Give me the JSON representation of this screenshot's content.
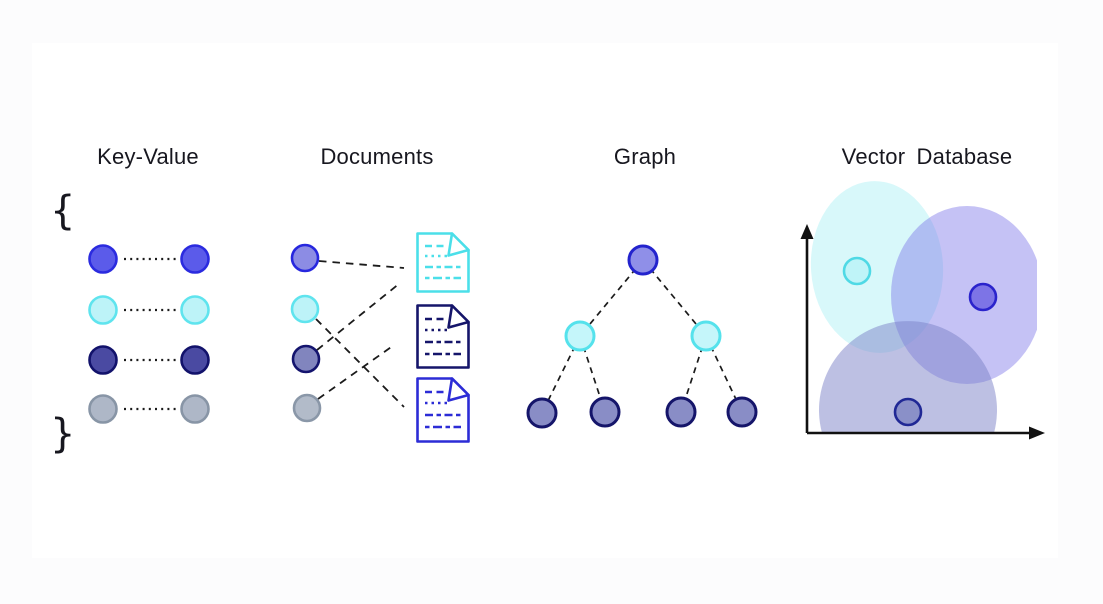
{
  "palette": {
    "page-bg": "#fcfcfd",
    "card-bg": "#ffffff",
    "ink": "#17171f",
    "connector": "#1b1b1b",
    "axis": "#111111",
    "kv-1-fill": "#5B5BEA",
    "kv-1-stroke": "#2B2BDF",
    "kv-2-fill": "#BDF3F8",
    "kv-2-stroke": "#5FE4EE",
    "kv-3-fill": "#4A4AA2",
    "kv-3-stroke": "#12126B",
    "kv-4-fill": "#AEB7C7",
    "kv-4-stroke": "#8895A6",
    "dkey-1-fill": "#8C8CE4",
    "dkey-1-stroke": "#2727DE",
    "dkey-2-fill": "#BDF3F8",
    "dkey-2-stroke": "#5FE4EE",
    "dkey-3-fill": "#8185BE",
    "dkey-3-stroke": "#14146E",
    "dkey-4-fill": "#B2BBC9",
    "dkey-4-stroke": "#8A97A8",
    "doc-1-color": "#4BDFE9",
    "doc-2-color": "#15156A",
    "doc-3-color": "#2C2CD6",
    "graph-root-fill": "#8F8FE8",
    "graph-root-stroke": "#2323CD",
    "graph-mid-fill": "#C5F6FA",
    "graph-mid-stroke": "#55E2EC",
    "graph-leaf-fill": "#898DC6",
    "graph-leaf-stroke": "#15156A",
    "blob-cyan": "#7FE8F0",
    "blob-purple": "#7B74E8",
    "blob-slate": "#7B82C8",
    "vp-1-fill": "#BFF4F8",
    "vp-1-stroke": "#4FD9E5",
    "vp-2-fill": "#7D74E6",
    "vp-2-stroke": "#2A23CC",
    "vp-3-fill": "#8A90C8",
    "vp-3-stroke": "#202895"
  },
  "sections": {
    "key_value": {
      "title": "Key-Value",
      "brace_open": "{",
      "brace_close": "}",
      "pairs": [
        {
          "color_name": "blue"
        },
        {
          "color_name": "cyan"
        },
        {
          "color_name": "navy"
        },
        {
          "color_name": "slate"
        }
      ]
    },
    "documents": {
      "title": "Documents",
      "keys": [
        "blue",
        "cyan",
        "navy",
        "slate"
      ],
      "documents": [
        "cyan-document",
        "navy-document",
        "blue-document"
      ],
      "connections": [
        {
          "key": 1,
          "document": 1
        },
        {
          "key": 2,
          "document": 3
        },
        {
          "key": 3,
          "document": 2
        },
        {
          "key": 4,
          "document": 2
        }
      ]
    },
    "graph": {
      "title": "Graph",
      "nodes": [
        {
          "id": "root",
          "level": 1,
          "color_name": "blue"
        },
        {
          "id": "mid-left",
          "level": 2,
          "color_name": "cyan"
        },
        {
          "id": "mid-right",
          "level": 2,
          "color_name": "cyan"
        },
        {
          "id": "leaf-1",
          "level": 3,
          "color_name": "slate-navy"
        },
        {
          "id": "leaf-2",
          "level": 3,
          "color_name": "slate-navy"
        },
        {
          "id": "leaf-3",
          "level": 3,
          "color_name": "slate-navy"
        },
        {
          "id": "leaf-4",
          "level": 3,
          "color_name": "slate-navy"
        }
      ],
      "edges": [
        [
          "root",
          "mid-left"
        ],
        [
          "root",
          "mid-right"
        ],
        [
          "mid-left",
          "leaf-1"
        ],
        [
          "mid-left",
          "leaf-2"
        ],
        [
          "mid-right",
          "leaf-3"
        ],
        [
          "mid-right",
          "leaf-4"
        ]
      ]
    },
    "vector_database": {
      "title": "Vector Database",
      "clusters": [
        {
          "name": "cyan-cluster"
        },
        {
          "name": "purple-cluster"
        },
        {
          "name": "slate-cluster"
        }
      ],
      "points": [
        {
          "name": "cyan-point",
          "cluster": "cyan-cluster"
        },
        {
          "name": "blue-point",
          "cluster": "purple-cluster"
        },
        {
          "name": "slate-point",
          "cluster": "slate-cluster"
        }
      ]
    }
  }
}
